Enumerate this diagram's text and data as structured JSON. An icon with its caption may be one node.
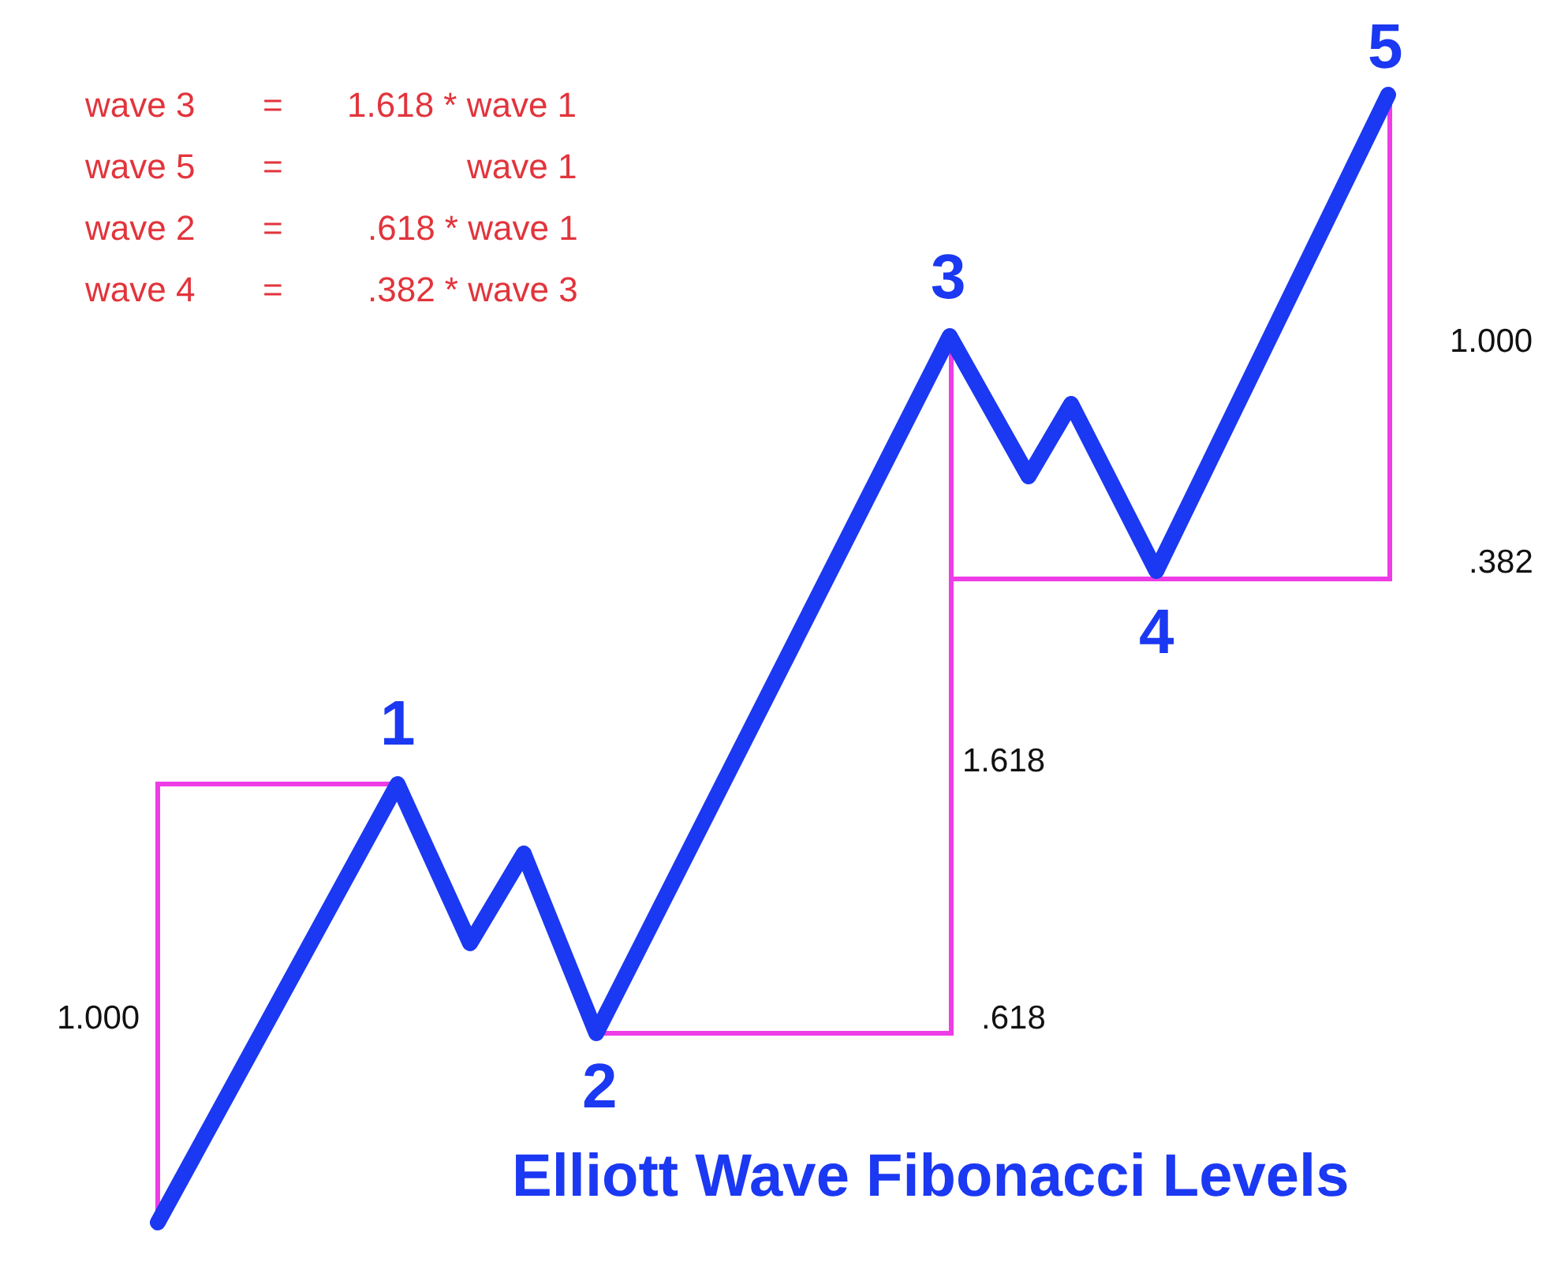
{
  "diagram": {
    "title": "Elliott Wave Fibonacci Levels",
    "labels": [
      "wave 3",
      "=",
      "1.618 * wave 1",
      "wave 5",
      "=",
      "wave 1",
      "wave 2",
      "=",
      ".618 * wave 1",
      "wave 4",
      "=",
      ".382 * wave 3",
      "5",
      "3",
      "1.000",
      ".382",
      "4",
      "1",
      "1.618",
      "1.000",
      ".618",
      "2"
    ]
  }
}
